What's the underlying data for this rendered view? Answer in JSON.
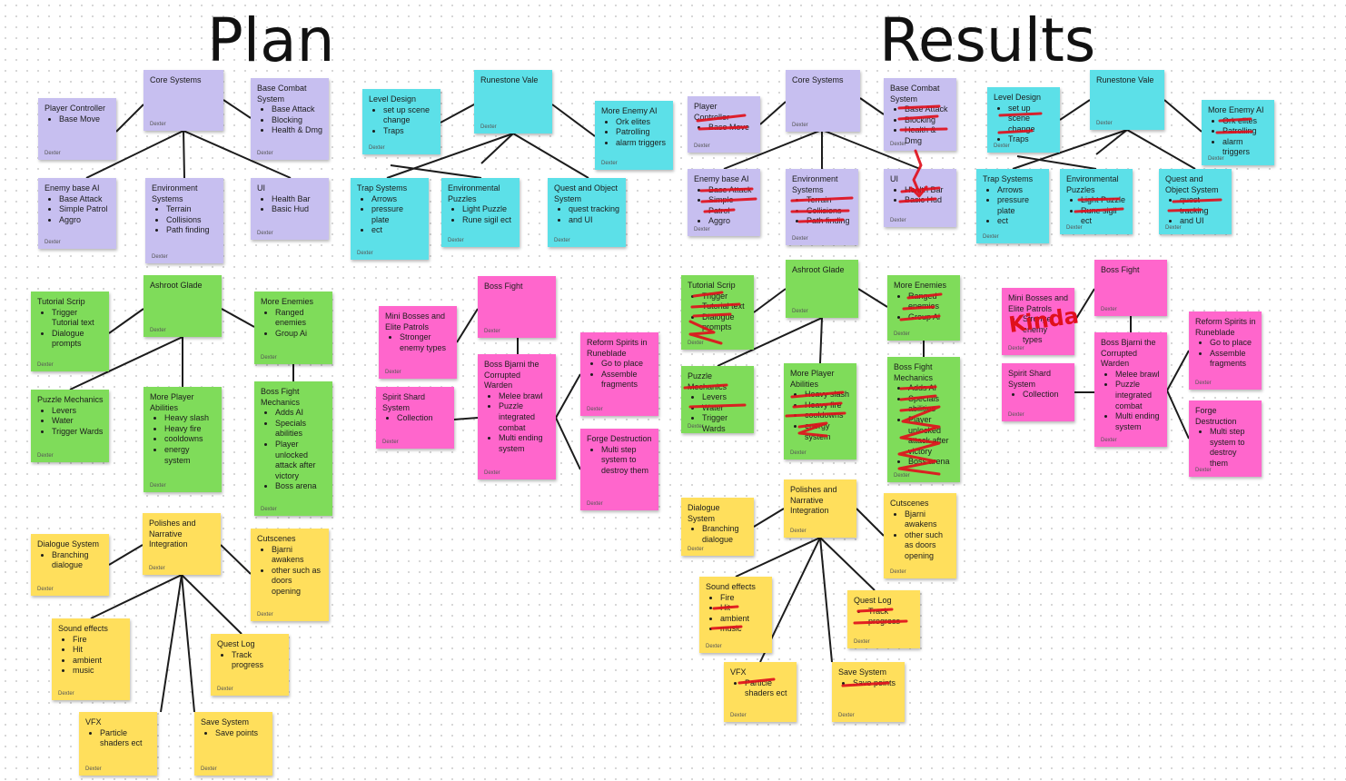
{
  "headings": {
    "plan": "Plan",
    "results": "Results"
  },
  "author": "Dexter",
  "annotation_text": "Kinda",
  "colors": {
    "purple": "#c7bff0",
    "cyan": "#5ce0e8",
    "green": "#7fdc5a",
    "pink": "#ff66cc",
    "yellow": "#ffdf5c",
    "strike": "#e0101c"
  },
  "notes": {
    "core": {
      "title": "Core Systems",
      "items": []
    },
    "player_controller": {
      "title": "Player Controller",
      "items": [
        "Base Move"
      ]
    },
    "base_combat": {
      "title": "Base Combat System",
      "items": [
        "Base Attack",
        "Blocking",
        "Health & Dmg"
      ]
    },
    "enemy_ai": {
      "title": "Enemy base AI",
      "items": [
        "Base Attack",
        "Simple Patrol",
        "Aggro"
      ]
    },
    "environment": {
      "title": "Environment Systems",
      "items": [
        "Terrain",
        "Collisions",
        "Path finding"
      ]
    },
    "ui": {
      "title": "UI",
      "items": [
        "Health Bar",
        "Basic Hud"
      ]
    },
    "runestone": {
      "title": "Runestone Vale",
      "items": []
    },
    "level_design": {
      "title": "Level Design",
      "items": [
        "set up scene change",
        "Traps"
      ]
    },
    "more_enemy_ai": {
      "title": "More Enemy AI",
      "items": [
        "Ork elites",
        "Patrolling",
        "alarm triggers"
      ]
    },
    "trap_systems": {
      "title": "Trap Systems",
      "items": [
        "Arrows",
        "pressure plate",
        "ect"
      ]
    },
    "env_puzzles": {
      "title": "Environmental Puzzles",
      "items": [
        "Light Puzzle",
        "Rune sigil ect"
      ]
    },
    "quest_object": {
      "title": "Quest and Object System",
      "items": [
        "quest tracking",
        "and UI"
      ]
    },
    "ashroot": {
      "title": "Ashroot Glade",
      "items": []
    },
    "tutorial": {
      "title": "Tutorial Scrip",
      "items": [
        "Trigger Tutorial text",
        "Dialogue prompts"
      ]
    },
    "more_enemies": {
      "title": "More Enemies",
      "items": [
        "Ranged enemies",
        "Group Ai"
      ]
    },
    "puzzle_mech": {
      "title": "Puzzle Mechanics",
      "items": [
        "Levers",
        "Water",
        "Trigger Wards"
      ]
    },
    "player_abilities": {
      "title": "More Player Abilities",
      "items": [
        "Heavy slash",
        "Heavy fire",
        "cooldowns",
        "energy system"
      ]
    },
    "boss_mech": {
      "title": "Boss Fight Mechanics",
      "items": [
        "Adds AI",
        "Specials abilities",
        "Player unlocked attack after victory",
        "Boss arena"
      ]
    },
    "boss_fight": {
      "title": "Boss Fight",
      "items": []
    },
    "mini_bosses": {
      "title": "Mini Bosses and Elite Patrols",
      "items": [
        "Stronger enemy types"
      ]
    },
    "spirit_shard": {
      "title": "Spirit Shard System",
      "items": [
        "Collection"
      ]
    },
    "boss_bjarni": {
      "title": "Boss Bjarni the Corrupted Warden",
      "items": [
        "Melee brawl",
        "Puzzle integrated combat",
        "Multi ending system"
      ]
    },
    "reform": {
      "title": "Reform Spirits in Runeblade",
      "items": [
        "Go to place",
        "Assemble fragments"
      ]
    },
    "forge": {
      "title": "Forge Destruction",
      "items": [
        "Multi step system to destroy them"
      ]
    },
    "polishes": {
      "title": "Polishes and Narrative Integration",
      "items": []
    },
    "dialogue": {
      "title": "Dialogue System",
      "items": [
        "Branching dialogue"
      ]
    },
    "cutscenes": {
      "title": "Cutscenes",
      "items": [
        "Bjarni awakens",
        "other such as doors opening"
      ]
    },
    "sound": {
      "title": "Sound effects",
      "items": [
        "Fire",
        "Hit",
        "ambient",
        "music"
      ]
    },
    "quest_log": {
      "title": "Quest Log",
      "items": [
        "Track progress"
      ]
    },
    "vfx": {
      "title": "VFX",
      "items": [
        "Particle shaders ect"
      ]
    },
    "save": {
      "title": "Save System",
      "items": [
        "Save points"
      ]
    }
  }
}
